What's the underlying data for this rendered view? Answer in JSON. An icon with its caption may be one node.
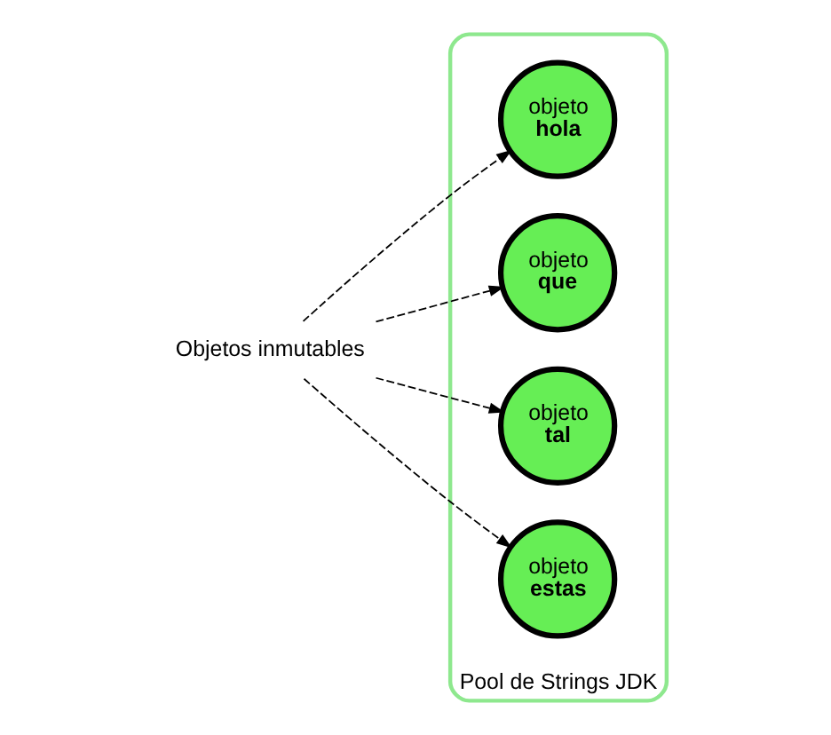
{
  "diagram": {
    "nodes": [
      {
        "text": [
          "Pool de Strings JDK"
        ]
      },
      {
        "text": [
          "Objetos inmutables"
        ]
      },
      {
        "text": [
          "objeto",
          "hola"
        ],
        "in": 0
      },
      {
        "text": [
          "objeto",
          "que"
        ],
        "in": 0
      },
      {
        "text": [
          "objeto",
          "tal"
        ],
        "in": 0
      },
      {
        "text": [
          "objeto",
          "estas"
        ],
        "in": 0
      }
    ],
    "edges": [
      {
        "from": 1,
        "to": 2,
        "arrow": "to",
        "style": "dashed"
      },
      {
        "from": 1,
        "to": 3,
        "arrow": "to",
        "style": "dashed"
      },
      {
        "from": 1,
        "to": 4,
        "arrow": "to",
        "style": "dashed"
      },
      {
        "from": 1,
        "to": 5,
        "arrow": "to",
        "style": "dashed"
      }
    ]
  }
}
